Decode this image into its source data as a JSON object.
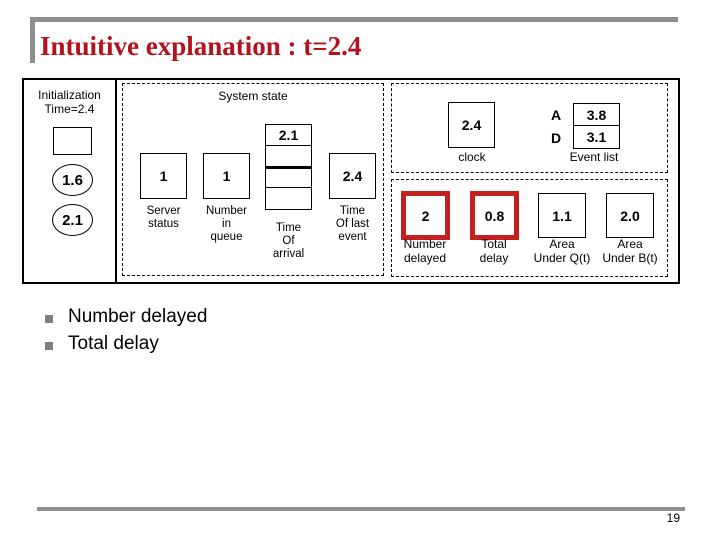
{
  "title": "Intuitive explanation : t=2.4",
  "page_number": "19",
  "colors": {
    "title_red": "#B5121F",
    "highlight_red": "#C42020",
    "rule_gray": "#8F8F8F",
    "bullet_gray": "#7F7F7F"
  },
  "diagram": {
    "initialization": {
      "label": "Initialization\nTime=2.4",
      "queue_values": [
        "1.6",
        "2.1"
      ]
    },
    "system_state": {
      "title": "System state",
      "server_status": {
        "value": "1",
        "label": "Server\nstatus"
      },
      "number_in_queue": {
        "value": "1",
        "label": "Number\nin\nqueue"
      },
      "time_of_arrival": {
        "values": [
          "2.1",
          "",
          "",
          ""
        ],
        "label": "Time\nOf\narrival"
      },
      "time_of_last_event": {
        "value": "2.4",
        "label": "Time\nOf last\nevent"
      }
    },
    "clock": {
      "value": "2.4",
      "label": "clock"
    },
    "event_list": {
      "label": "Event list",
      "entries": [
        {
          "type": "A",
          "time": "3.8"
        },
        {
          "type": "D",
          "time": "3.1"
        }
      ]
    },
    "counters": [
      {
        "value": "2",
        "label": "Number\ndelayed",
        "highlighted": true
      },
      {
        "value": "0.8",
        "label": "Total\ndelay",
        "highlighted": true
      },
      {
        "value": "1.1",
        "label": "Area\nUnder Q(t)",
        "highlighted": false
      },
      {
        "value": "2.0",
        "label": "Area\nUnder B(t)",
        "highlighted": false
      }
    ]
  },
  "bullets": [
    "Number delayed",
    "Total delay"
  ]
}
